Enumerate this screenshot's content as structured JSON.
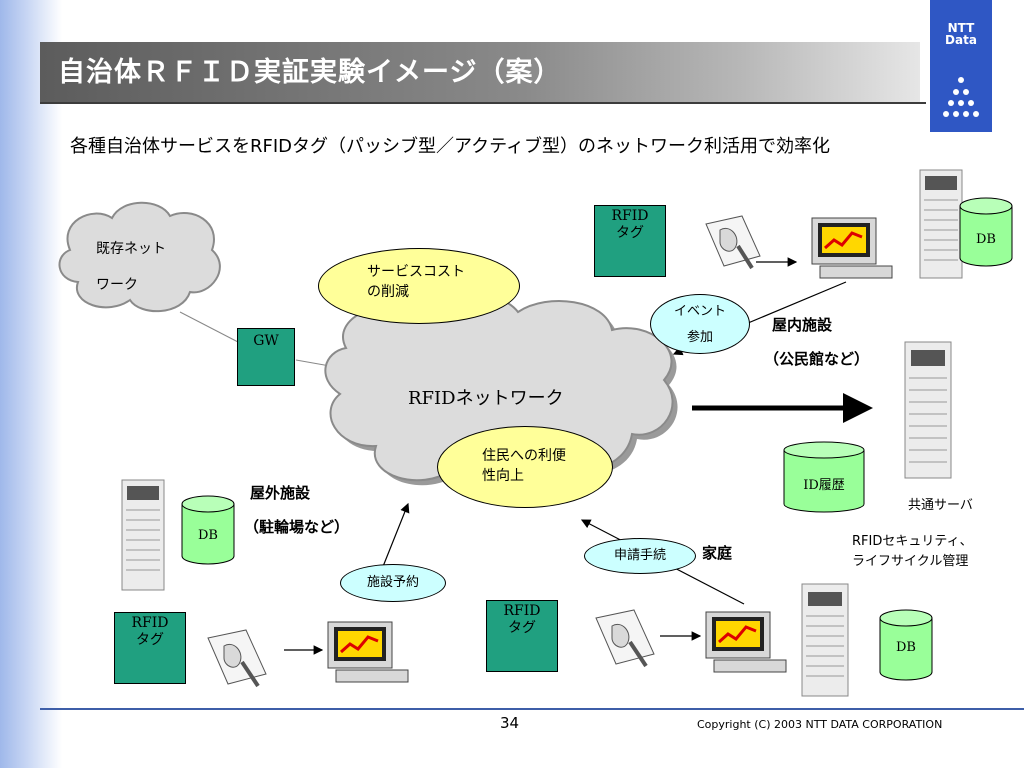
{
  "title": "自治体ＲＦＩＤ実証実験イメージ（案）",
  "subtitle": "各種自治体サービスをRFIDタグ（パッシブ型／アクティブ型）のネットワーク利活用で効率化",
  "logo": {
    "line1": "NTT",
    "line2": "Data"
  },
  "existing_network": {
    "line1": "既存ネット",
    "line2": "ワーク"
  },
  "gw_label": "GW",
  "rfid_network_label": "RFIDネットワーク",
  "service_cost": {
    "line1": "サービスコスト",
    "line2": "の削減"
  },
  "convenience": {
    "line1": "住民への利便",
    "line2": "性向上"
  },
  "event": {
    "line1": "イベント",
    "line2": "参加"
  },
  "indoor": {
    "line1": "屋内施設",
    "line2": "（公民館など）"
  },
  "outdoor": {
    "line1": "屋外施設",
    "line2": "（駐輪場など）"
  },
  "home_label": "家庭",
  "facility_booking": "施設予約",
  "application": "申請手続",
  "rfid_tag": {
    "line1": "RFID",
    "line2": "タグ"
  },
  "db_label": "DB",
  "id_history": "ID履歴",
  "common_server": "共通サーバ",
  "security": {
    "line1": "RFIDセキュリティ、",
    "line2": "ライフサイクル管理"
  },
  "page_number": "34",
  "copyright": "Copyright (C) 2003 NTT DATA CORPORATION",
  "colors": {
    "tag_green": "#20a080",
    "oval_yellow": "#ffff99",
    "oval_cyan": "#ccffff",
    "cloud_gray": "#dcdcdc",
    "logo_blue": "#2f57c4"
  }
}
